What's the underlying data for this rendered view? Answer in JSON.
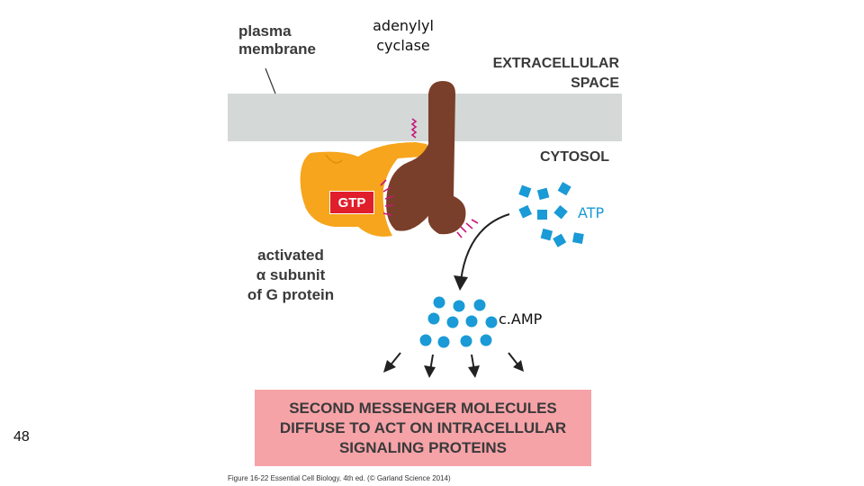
{
  "labels": {
    "plasma_membrane": [
      "plasma",
      "membrane"
    ],
    "adenylyl_cyclase": [
      "adenylyl",
      "cyclase"
    ],
    "extracellular_space": [
      "EXTRACELLULAR",
      "SPACE"
    ],
    "cytosol": "CYTOSOL",
    "atp": "ATP",
    "gtp": "GTP",
    "activated_subunit": [
      "activated",
      "α subunit",
      "of G protein"
    ],
    "camp": "c.AMP"
  },
  "message_box": {
    "lines": [
      "SECOND MESSENGER MOLECULES",
      "DIFFUSE TO ACT ON INTRACELLULAR",
      "SIGNALING PROTEINS"
    ]
  },
  "caption": "Figure 16-22 Essential Cell Biology, 4th ed. (© Garland Science 2014)",
  "slide_number": "48",
  "colors": {
    "membrane": "#d4d8d6",
    "adenylyl_cyclase": "#7a3f2a",
    "g_protein": "#f6a51c",
    "gtp_box": "#e01e2c",
    "molecule": "#1a9ad6",
    "message_box": "#f6a3a8",
    "magenta_marks": "#c8177a"
  }
}
